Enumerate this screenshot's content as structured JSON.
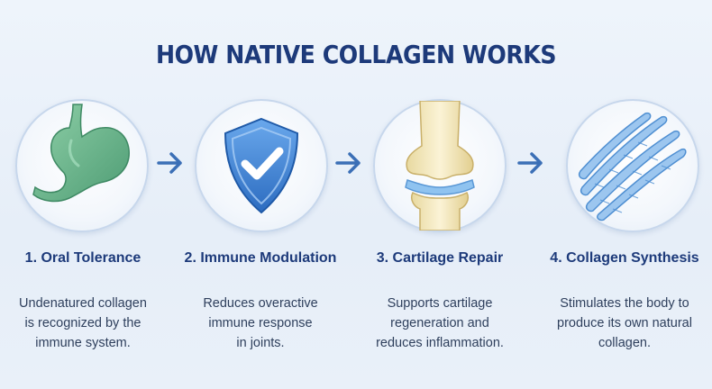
{
  "title": "HOW NATIVE COLLAGEN WORKS",
  "colors": {
    "heading": "#1d3a7a",
    "body_text": "#2e3f5c",
    "stomach": "#5fae86",
    "shield": "#3d7fd0",
    "bone": "#f0e4b8",
    "fiber": "#7fb0e4",
    "arrow": "#3b6fb6"
  },
  "steps": [
    {
      "icon": "stomach-icon",
      "title": "1. Oral Tolerance",
      "desc": [
        "Undenatured collagen",
        "is recognized by the",
        "immune system."
      ]
    },
    {
      "icon": "shield-check-icon",
      "title": "2. Immune Modulation",
      "desc": [
        "Reduces overactive",
        "immune response",
        "in joints."
      ]
    },
    {
      "icon": "knee-joint-icon",
      "title": "3. Cartilage Repair",
      "desc": [
        "Supports cartilage",
        "regeneration and",
        "reduces inflammation."
      ]
    },
    {
      "icon": "collagen-fibers-icon",
      "title": "4. Collagen Synthesis",
      "desc": [
        "Stimulates the body to",
        "produce its own natural",
        "collagen."
      ]
    }
  ]
}
